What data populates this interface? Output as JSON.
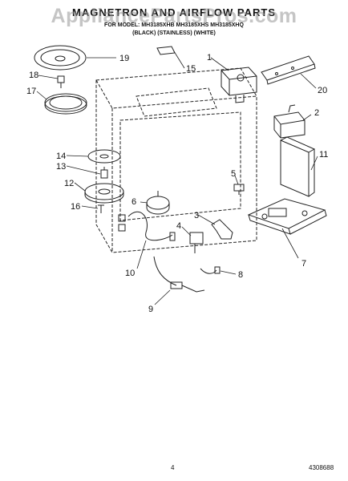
{
  "header": {
    "title": "MAGNETRON AND AIRFLOW PARTS",
    "subtitle_line1": "FOR MODEL: MH3185XHB MH3185XHS MH3185XHQ",
    "subtitle_line2": "(BLACK) (STAINLESS) (WHITE)"
  },
  "watermark": "AppliancePartsPros.com",
  "callouts": [
    "1",
    "2",
    "3",
    "4",
    "5",
    "6",
    "7",
    "8",
    "9",
    "10",
    "11",
    "12",
    "13",
    "14",
    "15",
    "16",
    "17",
    "18",
    "19",
    "20"
  ],
  "footer": {
    "page_number": "4",
    "doc_number": "4308688"
  }
}
